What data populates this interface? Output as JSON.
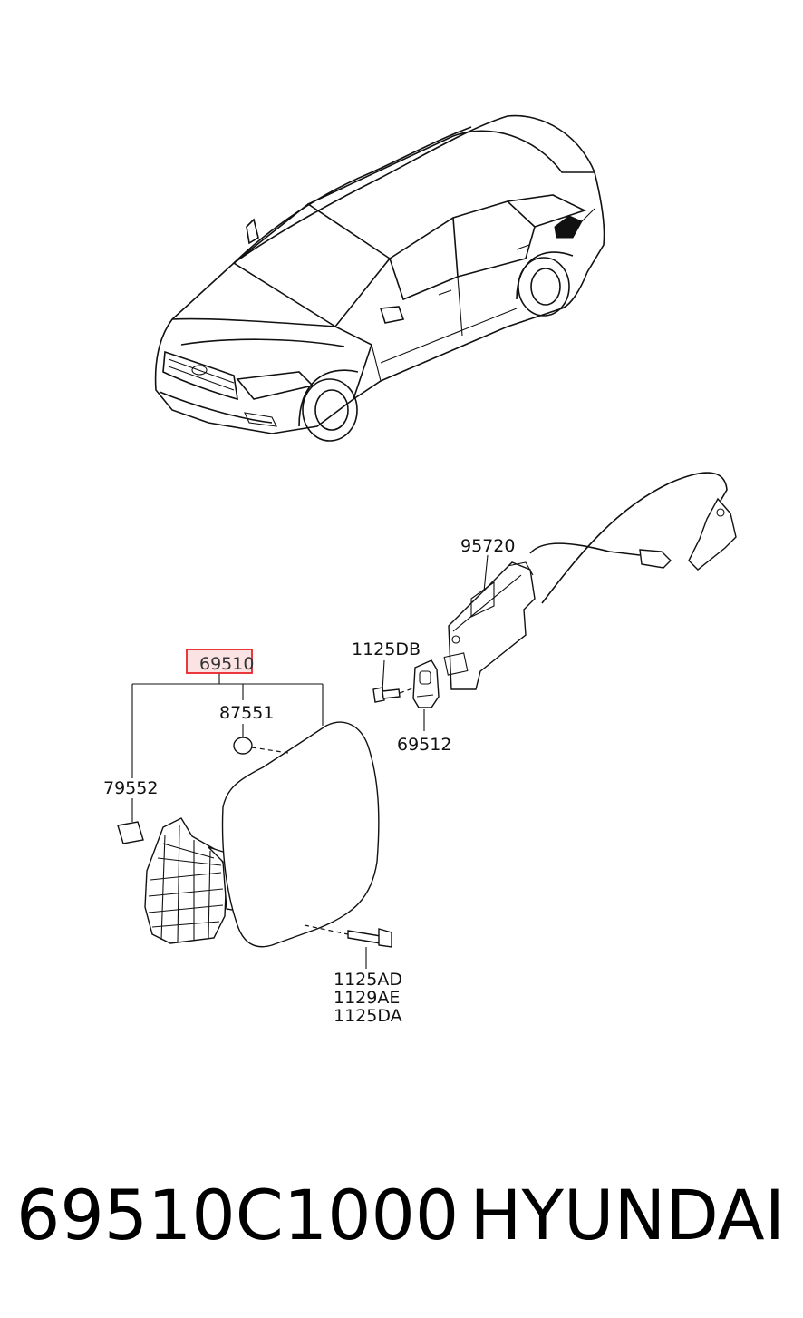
{
  "diagram": {
    "callouts": {
      "c95720": "95720",
      "c1125DB": "1125DB",
      "c69510": "69510",
      "c87551": "87551",
      "c69512": "69512",
      "c79552": "79552",
      "c1125AD": "1125AD",
      "c1129AE": "1129AE",
      "c1125DA": "1125DA"
    },
    "highlight_color": "#e8232a"
  },
  "footer": {
    "part_number": "69510C1000",
    "brand": "HYUNDAI"
  }
}
